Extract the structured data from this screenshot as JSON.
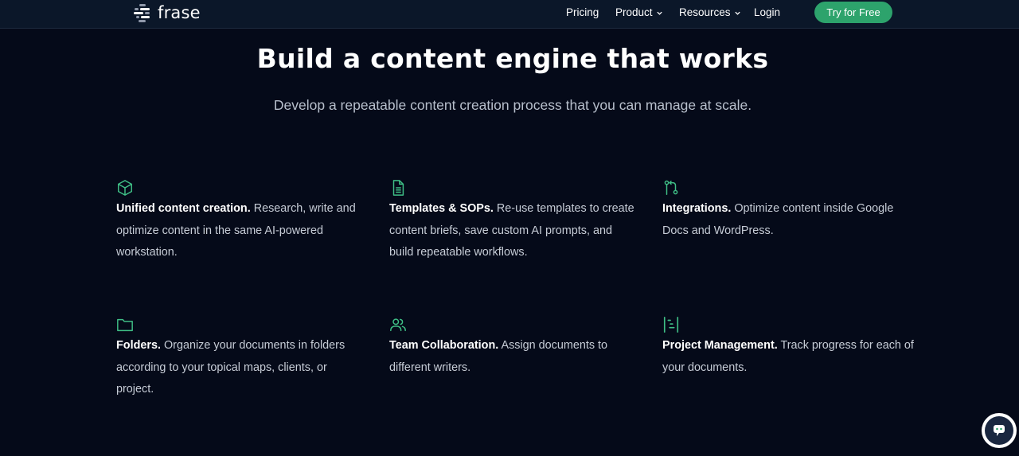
{
  "brand": {
    "name": "frase"
  },
  "nav": {
    "pricing": "Pricing",
    "product": "Product",
    "resources": "Resources",
    "login": "Login",
    "cta": "Try for Free"
  },
  "hero": {
    "title": "Build a content engine that works",
    "subtitle": "Develop a repeatable content creation process that you can manage at scale."
  },
  "features": [
    {
      "icon": "cube-icon",
      "title": "Unified content creation.",
      "text": " Research, write and optimize content in the same AI-powered workstation."
    },
    {
      "icon": "document-icon",
      "title": "Templates & SOPs.",
      "text": " Re-use templates to create content briefs, save custom AI prompts, and build repeatable workflows."
    },
    {
      "icon": "git-branch-icon",
      "title": "Integrations.",
      "text": " Optimize content inside Google Docs and WordPress."
    },
    {
      "icon": "folder-icon",
      "title": "Folders.",
      "text": " Organize your documents in folders according to your topical maps, clients, or project."
    },
    {
      "icon": "users-icon",
      "title": "Team Collaboration.",
      "text": " Assign documents to different writers."
    },
    {
      "icon": "kanban-icon",
      "title": "Project Management.",
      "text": " Track progress for each of your documents."
    }
  ],
  "colors": {
    "background": "#050a19",
    "topbar": "#0b1729",
    "accent": "#2da36c",
    "icon": "#3fbf86"
  }
}
